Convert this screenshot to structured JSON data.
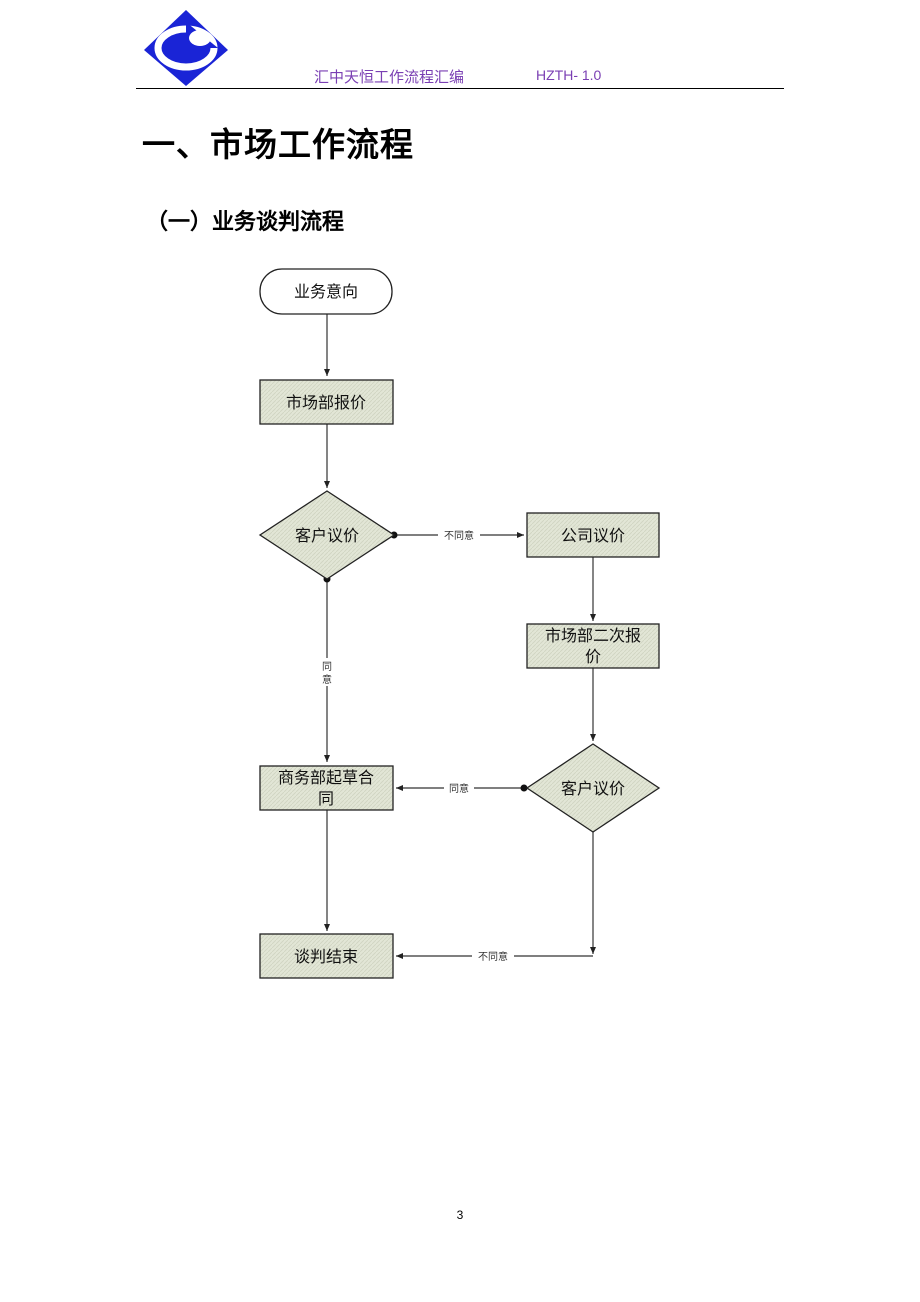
{
  "header": {
    "logo_icon": "company-logo-icon",
    "title": "汇中天恒工作流程汇编",
    "code": "HZTH- 1.0",
    "text_color": "#7a3fb3",
    "logo_color": "#1a24d6"
  },
  "section": {
    "heading": "一、市场工作流程",
    "subheading": "（一）业务谈判流程"
  },
  "flowchart": {
    "nodes": {
      "start": "业务意向",
      "market_quote": "市场部报价",
      "client_review_1": "客户议价",
      "company_review": "公司议价",
      "market_requote_line1": "市场部二次报",
      "market_requote_line2": "价",
      "client_review_2": "客户议价",
      "draft_contract_line1": "商务部起草合",
      "draft_contract_line2": "同",
      "end": "谈判结束"
    },
    "edges": {
      "disagree_1": "不同意",
      "agree_1_line1": "同",
      "agree_1_line2": "意",
      "agree_2": "同意",
      "disagree_2": "不同意"
    },
    "box_fill": "#dfe4d2"
  },
  "footer": {
    "page_number": "3"
  }
}
